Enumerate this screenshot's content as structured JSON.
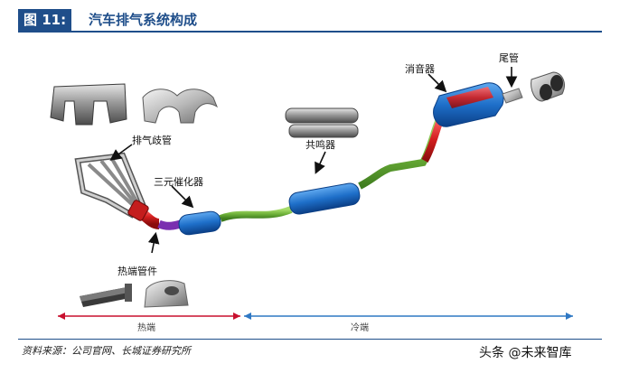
{
  "title": {
    "badge": "图 11:",
    "text": "汽车排气系统构成"
  },
  "labels": {
    "exhaust_manifold": "排气歧管",
    "catalytic_converter": "三元催化器",
    "hot_end_pipe": "热端管件",
    "resonator": "共鸣器",
    "muffler": "消音器",
    "tailpipe": "尾管"
  },
  "zones": {
    "hot": "热端",
    "cold": "冷端"
  },
  "source": "资料来源：公司官网、长城证券研究所",
  "watermark": "头条 @未来智库",
  "colors": {
    "title_blue": "#1f4e8a",
    "hot_red": "#c8102e",
    "cold_blue": "#2f78c4",
    "pipe_green": "#7cc242",
    "component_blue": "#1e6fc9"
  }
}
